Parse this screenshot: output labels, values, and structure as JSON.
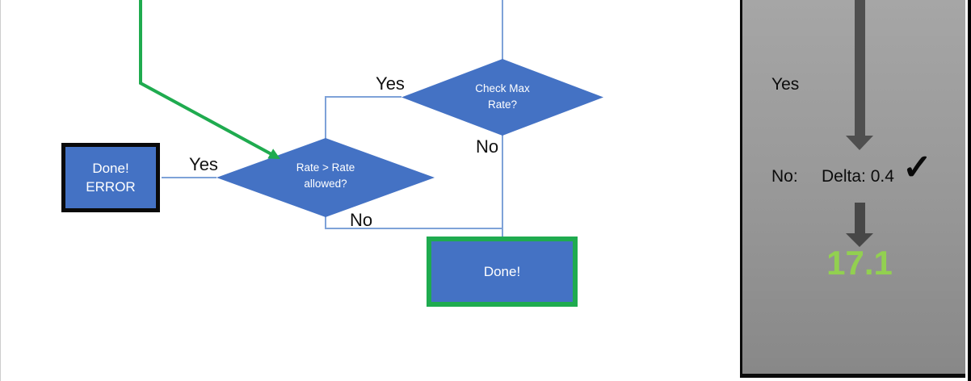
{
  "flow": {
    "decision_check_max": {
      "line1": "Check Max",
      "line2": "Rate?",
      "yes": "Yes",
      "no": "No"
    },
    "decision_rate_allowed": {
      "line1": "Rate > Rate",
      "line2": "allowed?",
      "yes": "Yes",
      "no": "No"
    },
    "error_box": {
      "line1": "Done!",
      "line2": "ERROR"
    },
    "done_box": {
      "label": "Done!"
    }
  },
  "panel": {
    "yes": "Yes",
    "no": "No:",
    "delta": "Delta: 0.4",
    "check_icon": "✓",
    "result": "17.1"
  },
  "colors": {
    "shape_blue": "#4472C4",
    "connector_blue": "#7EA2D8",
    "green": "#1FAB4F",
    "result_green": "#92D050",
    "arrow_gray": "#4F4F4F",
    "panel_gray_top": "#a6a6a6",
    "panel_gray_bottom": "#888888"
  }
}
